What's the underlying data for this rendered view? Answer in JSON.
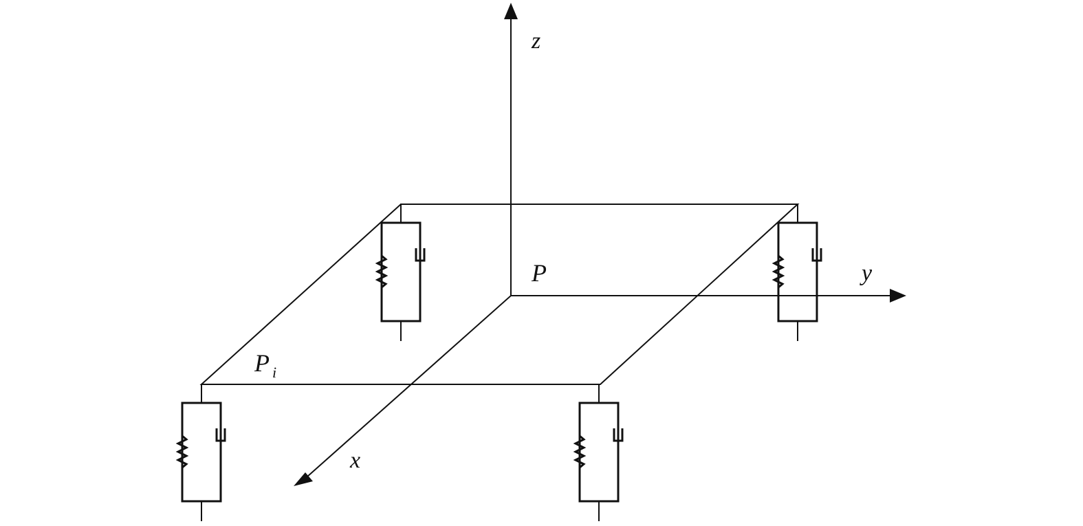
{
  "labels": {
    "z_axis": "z",
    "y_axis": "y",
    "x_axis": "x",
    "center_point": "P",
    "corner_point_main": "P",
    "corner_point_sub": "i"
  },
  "icons": {
    "spring": "spring-icon",
    "damper": "damper-icon",
    "arrowhead": "arrowhead-icon"
  },
  "colors": {
    "line": "#111111",
    "background": "#ffffff"
  }
}
